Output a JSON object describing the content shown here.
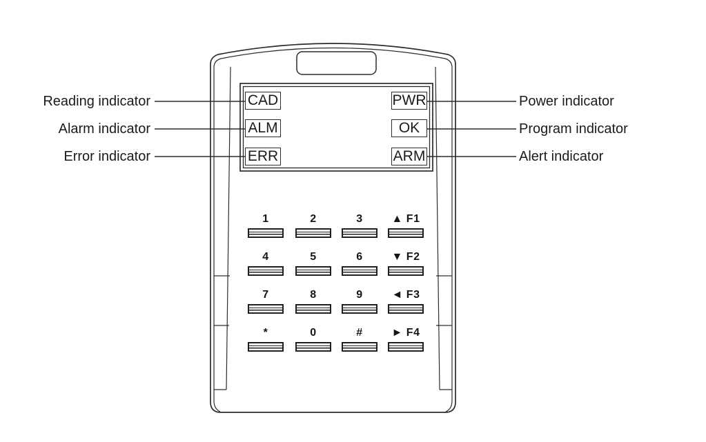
{
  "colors": {
    "line": "#2b2b2b",
    "text": "#1a1a1a",
    "background": "#ffffff"
  },
  "callouts": {
    "left": [
      {
        "text": "Reading indicator",
        "target": "CAD"
      },
      {
        "text": "Alarm indicator",
        "target": "ALM"
      },
      {
        "text": "Error indicator",
        "target": "ERR"
      }
    ],
    "right": [
      {
        "text": "Power indicator",
        "target": "PWR"
      },
      {
        "text": "Program indicator",
        "target": "OK"
      },
      {
        "text": "Alert indicator",
        "target": "ARM"
      }
    ]
  },
  "display": {
    "indicators_left": [
      "CAD",
      "ALM",
      "ERR"
    ],
    "indicators_right": [
      "PWR",
      "OK",
      "ARM"
    ]
  },
  "keypad": {
    "keys": [
      "1",
      "2",
      "3",
      "▲ F1",
      "4",
      "5",
      "6",
      "▼ F2",
      "7",
      "8",
      "9",
      "◄ F3",
      "*",
      "0",
      "#",
      "► F4"
    ]
  }
}
